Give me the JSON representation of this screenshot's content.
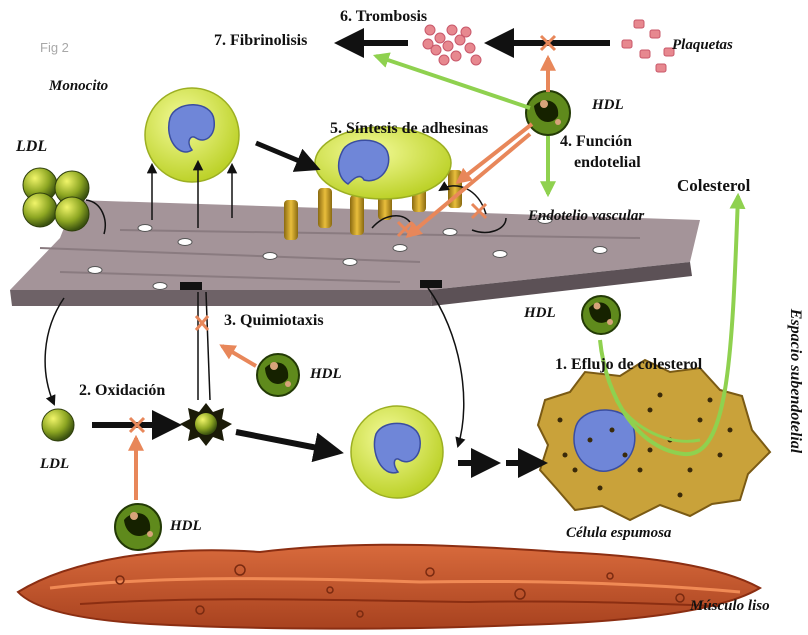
{
  "figure_tag": "Fig 2",
  "labels": {
    "monocito": "Monocito",
    "ldl_top": "LDL",
    "ldl_bottom": "LDL",
    "hdl_top": "HDL",
    "hdl_mid": "HDL",
    "hdl_right": "HDL",
    "hdl_bottom": "HDL",
    "plaquetas": "Plaquetas",
    "endotelio": "Endotelio vascular",
    "colesterol": "Colesterol",
    "espacio": "Espacio subendotelial",
    "celula": "Célula espumosa",
    "musculo": "Músculo liso"
  },
  "steps": {
    "s1": "1. Eflujo de colesterol",
    "s2": "2. Oxidación",
    "s3": "3. Quimiotaxis",
    "s4a": "4. Función",
    "s4b": "endotelial",
    "s5": "5. Síntesis de adhesinas",
    "s6": "6. Trombosis",
    "s7": "7. Fibrinolisis"
  },
  "colors": {
    "hdl_arrow": "#e8875a",
    "efflux_arrow": "#8fd14f",
    "black_arrow": "#111111",
    "cell_body": "#d9e84a",
    "nucleus": "#6f86d8",
    "endothelium": "#9b8b8f",
    "muscle": "#c2532a",
    "platelet": "#e7888f"
  }
}
